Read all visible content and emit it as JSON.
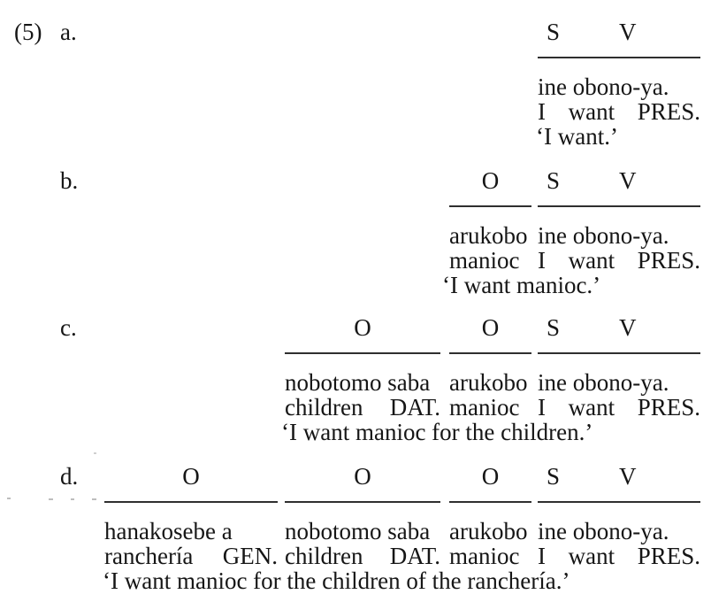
{
  "example": {
    "number": "(5)",
    "items": [
      {
        "label": "a.",
        "translation": "‘I want.’"
      },
      {
        "label": "b.",
        "translation": "‘I want manioc.’"
      },
      {
        "label": "c.",
        "translation": "‘I want manioc for the children.’"
      },
      {
        "label": "d.",
        "translation": "‘I want manioc for the children of the ranchería.’"
      }
    ],
    "constituents": {
      "subject_verb": {
        "headers": [
          "S",
          "V"
        ],
        "text": "ine obono-ya.",
        "gloss": [
          "I",
          "want",
          "PRES."
        ]
      },
      "object_manioc": {
        "header": "O",
        "text": "arukobo",
        "gloss": [
          "manioc"
        ]
      },
      "object_children": {
        "header": "O",
        "text": "nobotomo saba",
        "gloss": [
          "children",
          "DAT."
        ]
      },
      "object_rancheria": {
        "header": "O",
        "text": "hanakosebe a",
        "gloss": [
          "ranchería",
          "GEN."
        ]
      }
    }
  },
  "colors": {
    "background": "#ffffff",
    "text": "#161616",
    "rule": "#2f2f2f"
  }
}
